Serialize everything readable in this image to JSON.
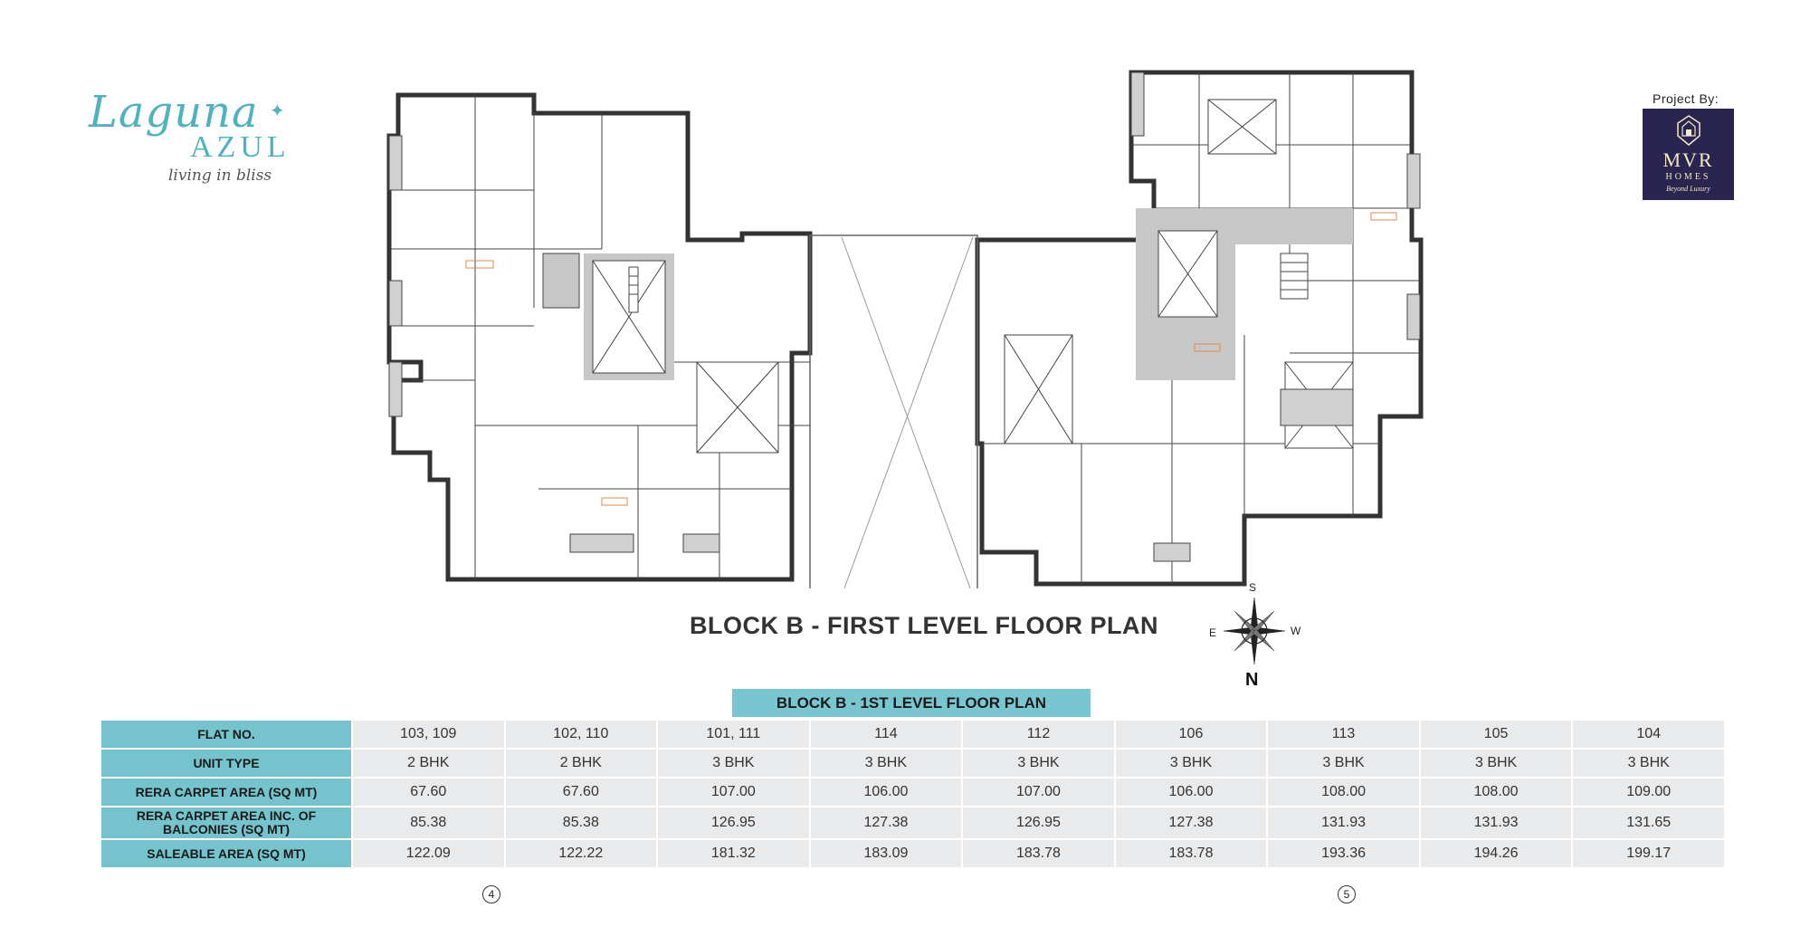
{
  "logo": {
    "script": "Laguna",
    "name": "AZUL",
    "tagline": "living in bliss"
  },
  "developer": {
    "project_by": "Project By:",
    "name": "MVR",
    "sub": "HOMES",
    "tag": "Beyond Luxury",
    "color": "#2a2450"
  },
  "plan_title": "BLOCK B - FIRST LEVEL FLOOR PLAN",
  "compass": {
    "s": "S",
    "e": "E",
    "w": "W",
    "n": "N"
  },
  "table": {
    "title": "BLOCK B - 1ST LEVEL FLOOR PLAN",
    "accent": "#74c3cd",
    "rows": [
      {
        "label": "FLAT NO.",
        "values": [
          "103, 109",
          "102, 110",
          "101, 111",
          "114",
          "112",
          "106",
          "113",
          "105",
          "104"
        ]
      },
      {
        "label": "UNIT TYPE",
        "values": [
          "2 BHK",
          "2 BHK",
          "3 BHK",
          "3 BHK",
          "3 BHK",
          "3 BHK",
          "3 BHK",
          "3 BHK",
          "3 BHK"
        ]
      },
      {
        "label": "RERA CARPET AREA (SQ MT)",
        "values": [
          "67.60",
          "67.60",
          "107.00",
          "106.00",
          "107.00",
          "106.00",
          "108.00",
          "108.00",
          "109.00"
        ]
      },
      {
        "label": "RERA CARPET AREA INC. OF BALCONIES (SQ MT)",
        "values": [
          "85.38",
          "85.38",
          "126.95",
          "127.38",
          "126.95",
          "127.38",
          "131.93",
          "131.93",
          "131.65"
        ]
      },
      {
        "label": "SALEABLE AREA (SQ MT)",
        "values": [
          "122.09",
          "122.22",
          "181.32",
          "183.09",
          "183.78",
          "183.78",
          "193.36",
          "194.26",
          "199.17"
        ]
      }
    ]
  },
  "markers": [
    "4",
    "5"
  ]
}
